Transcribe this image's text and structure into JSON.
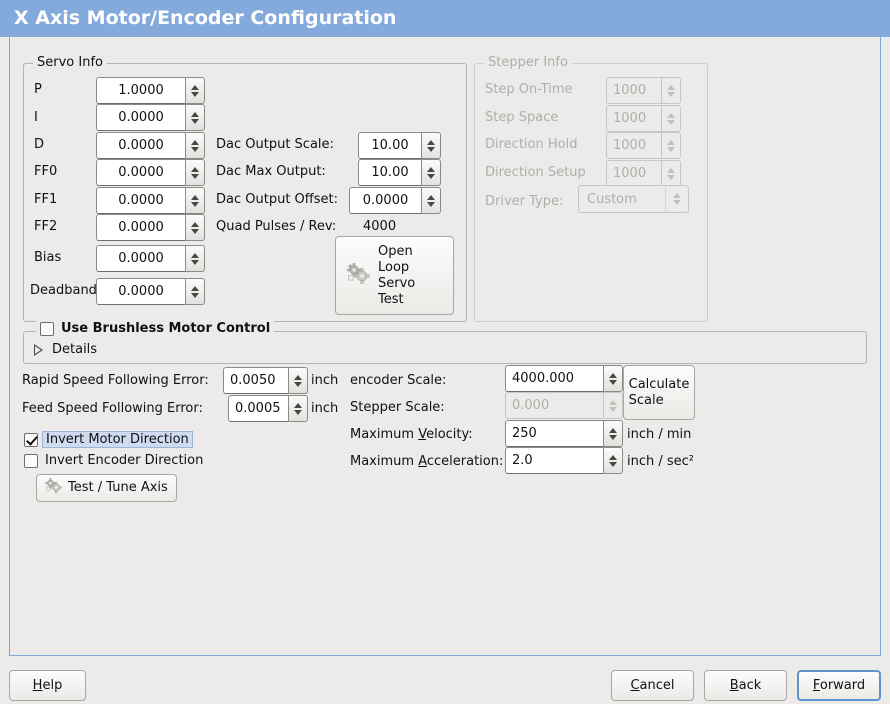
{
  "window": {
    "title": "X Axis Motor/Encoder Configuration",
    "title_bg": "#83aadb",
    "panel_border": "#7fa7d4",
    "background": "#ecebe9"
  },
  "servo_info": {
    "legend": "Servo Info",
    "rows": [
      {
        "label": "P",
        "value": "1.0000"
      },
      {
        "label": "I",
        "value": "0.0000"
      },
      {
        "label": "D",
        "value": "0.0000"
      },
      {
        "label": "FF0",
        "value": "0.0000"
      },
      {
        "label": "FF1",
        "value": "0.0000"
      },
      {
        "label": "FF2",
        "value": "0.0000"
      },
      {
        "label": "Bias",
        "value": "0.0000"
      },
      {
        "label": "Deadband",
        "value": "0.0000"
      }
    ],
    "dac_output_scale_label": "Dac Output Scale:",
    "dac_output_scale_value": "10.00",
    "dac_max_output_label": "Dac Max Output:",
    "dac_max_output_value": "10.00",
    "dac_output_offset_label": "Dac Output Offset:",
    "dac_output_offset_value": "0.0000",
    "quad_pulses_label": "Quad Pulses / Rev:",
    "quad_pulses_value": "4000",
    "open_loop_button": "Open\nLoop\nServo\nTest"
  },
  "stepper_info": {
    "legend": "Stepper Info",
    "enabled": false,
    "rows": [
      {
        "label": "Step On-Time",
        "value": "1000"
      },
      {
        "label": "Step Space",
        "value": "1000"
      },
      {
        "label": "Direction Hold",
        "value": "1000"
      },
      {
        "label": "Direction Setup",
        "value": "1000"
      }
    ],
    "driver_type_label": "Driver Type:",
    "driver_type_value": "Custom"
  },
  "brushless": {
    "checkbox_label": "Use Brushless Motor Control",
    "checked": false,
    "details_label": "Details",
    "details_expanded": false
  },
  "tuning": {
    "rapid_following_error_label": "Rapid Speed Following Error:",
    "rapid_following_error_value": "0.0050",
    "rapid_following_error_unit": "inch",
    "feed_following_error_label": "Feed Speed Following Error:",
    "feed_following_error_value": "0.0005",
    "feed_following_error_unit": "inch",
    "invert_motor_label": "Invert Motor Direction",
    "invert_motor_checked": true,
    "invert_encoder_label": "Invert Encoder Direction",
    "invert_encoder_checked": false,
    "test_tune_button": "Test / Tune Axis"
  },
  "scales": {
    "encoder_scale_label": "encoder Scale:",
    "encoder_scale_value": "4000.000",
    "stepper_scale_label": "Stepper Scale:",
    "stepper_scale_value": "0.000",
    "stepper_scale_enabled": false,
    "calculate_scale_button": "Calculate\nScale",
    "max_velocity_label": "Maximum Velocity:",
    "max_velocity_value": "250",
    "max_velocity_unit": "inch / min",
    "max_accel_label": "Maximum Acceleration:",
    "max_accel_value": "2.0",
    "max_accel_unit": "inch / sec²"
  },
  "footer": {
    "help": "Help",
    "cancel": "Cancel",
    "back": "Back",
    "forward": "Forward"
  }
}
